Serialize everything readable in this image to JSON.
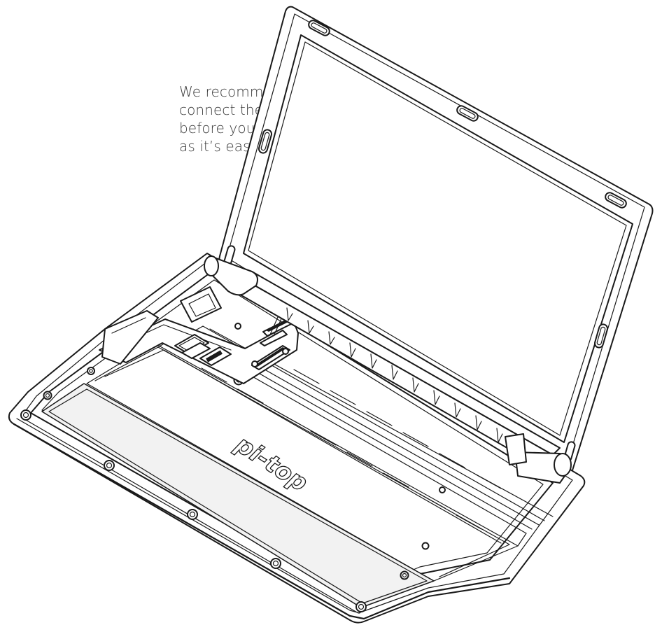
{
  "note": {
    "lines": [
      "We recommend that you",
      "connect the screen cable",
      "before you insert the Hub",
      "as it’s easier this way."
    ]
  },
  "laptop": {
    "logo_text": "pi-top"
  }
}
